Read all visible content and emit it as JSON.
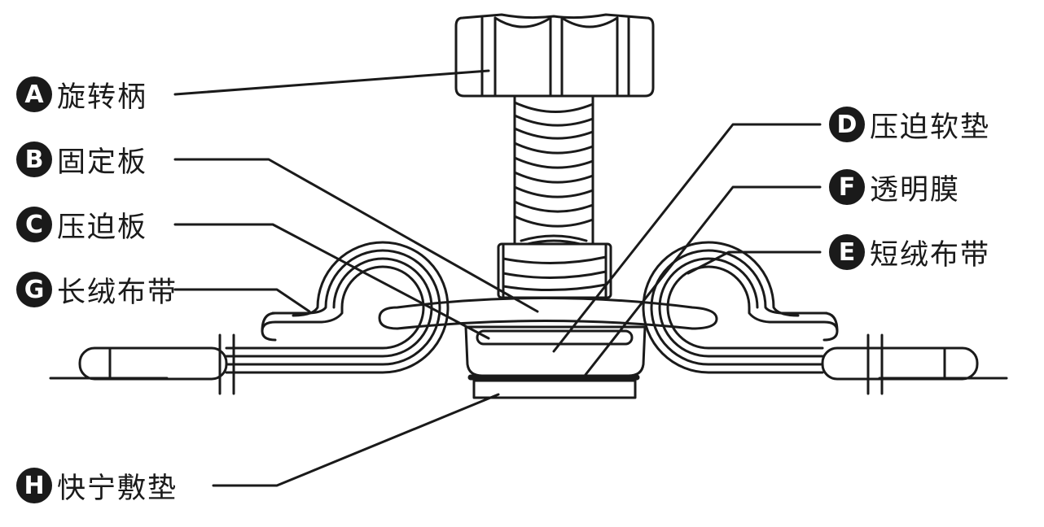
{
  "labels": [
    {
      "letter": "A",
      "text": "旋转柄"
    },
    {
      "letter": "B",
      "text": "固定板"
    },
    {
      "letter": "C",
      "text": "压迫板"
    },
    {
      "letter": "G",
      "text": "长绒布带"
    },
    {
      "letter": "H",
      "text": "快宁敷垫"
    },
    {
      "letter": "D",
      "text": "压迫软垫"
    },
    {
      "letter": "F",
      "text": "透明膜"
    },
    {
      "letter": "E",
      "text": "短绒布带"
    }
  ],
  "colors": {
    "ink": "#1a1a1a",
    "paper": "#ffffff"
  }
}
